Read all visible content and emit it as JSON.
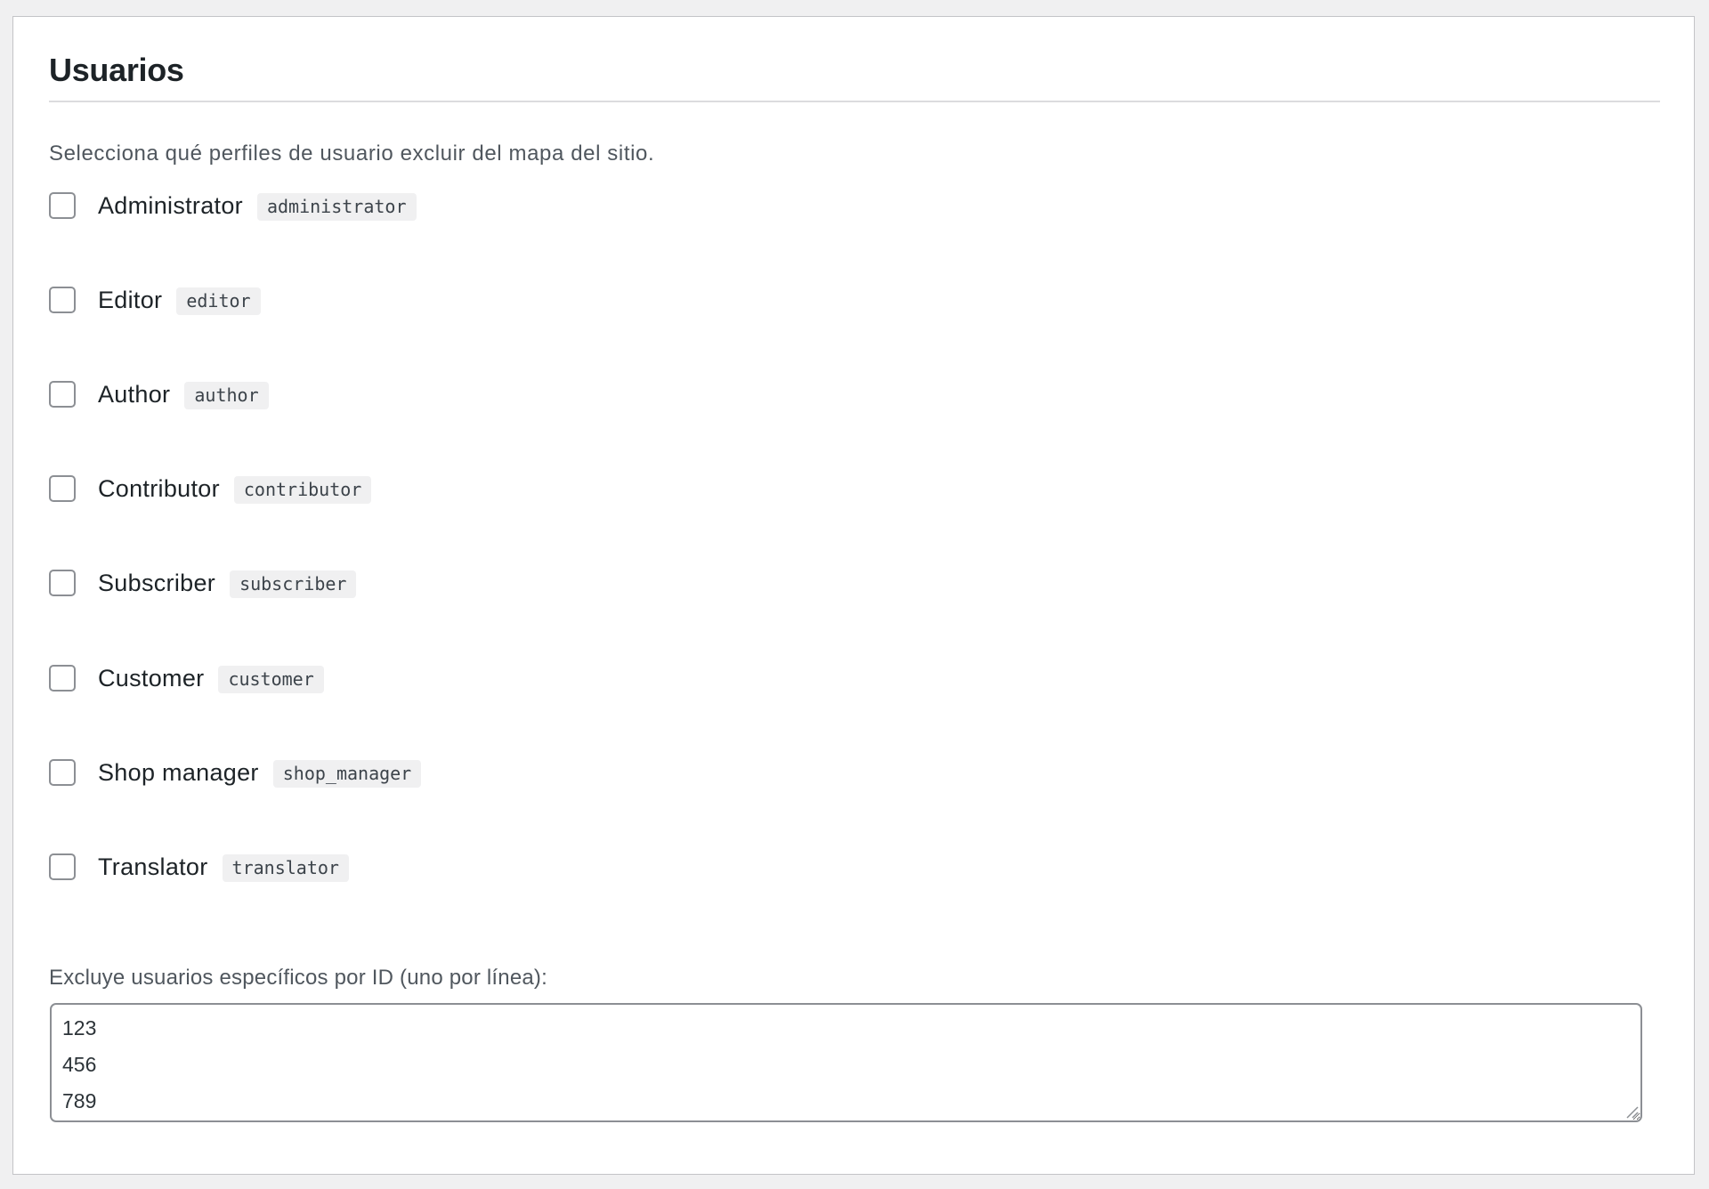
{
  "section": {
    "title": "Usuarios",
    "description": "Selecciona qué perfiles de usuario excluir del mapa del sitio."
  },
  "roles": [
    {
      "label": "Administrator",
      "slug": "administrator",
      "checked": false
    },
    {
      "label": "Editor",
      "slug": "editor",
      "checked": false
    },
    {
      "label": "Author",
      "slug": "author",
      "checked": false
    },
    {
      "label": "Contributor",
      "slug": "contributor",
      "checked": false
    },
    {
      "label": "Subscriber",
      "slug": "subscriber",
      "checked": false
    },
    {
      "label": "Customer",
      "slug": "customer",
      "checked": false
    },
    {
      "label": "Shop manager",
      "slug": "shop_manager",
      "checked": false
    },
    {
      "label": "Translator",
      "slug": "translator",
      "checked": false
    }
  ],
  "exclude_ids": {
    "label": "Excluye usuarios específicos por ID (uno por línea):",
    "value": "123\n456\n789"
  },
  "colors": {
    "page_bg": "#f0f0f1",
    "card_bg": "#ffffff",
    "card_border": "#c3c4c7",
    "heading": "#1d2327",
    "muted_text": "#50575e",
    "input_border": "#8c8f94",
    "code_bg": "#f0f0f1"
  }
}
